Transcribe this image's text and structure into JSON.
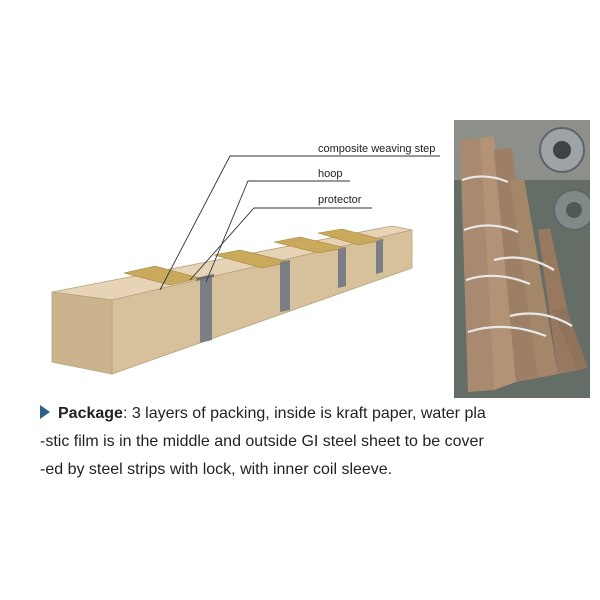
{
  "callouts": {
    "composite_weaving_step": "composite weaving step",
    "hoop": "hoop",
    "protector": "protector"
  },
  "package": {
    "keyword": "Package",
    "separator": ": ",
    "line1": "3 layers of packing, inside is kraft paper, water pla",
    "line2": "-stic film is in the middle and outside GI steel sheet to be cover",
    "line3": "-ed by steel strips with lock, with inner coil sleeve."
  },
  "colors": {
    "box_top": "#e7d4b6",
    "box_front": "#d7c09c",
    "box_end": "#cbb38e",
    "protector": "#c9a95c",
    "hoop": "#7b7f84",
    "bullet": "#2d5f8c"
  },
  "icons": {
    "bullet": "triangle-right-icon"
  }
}
